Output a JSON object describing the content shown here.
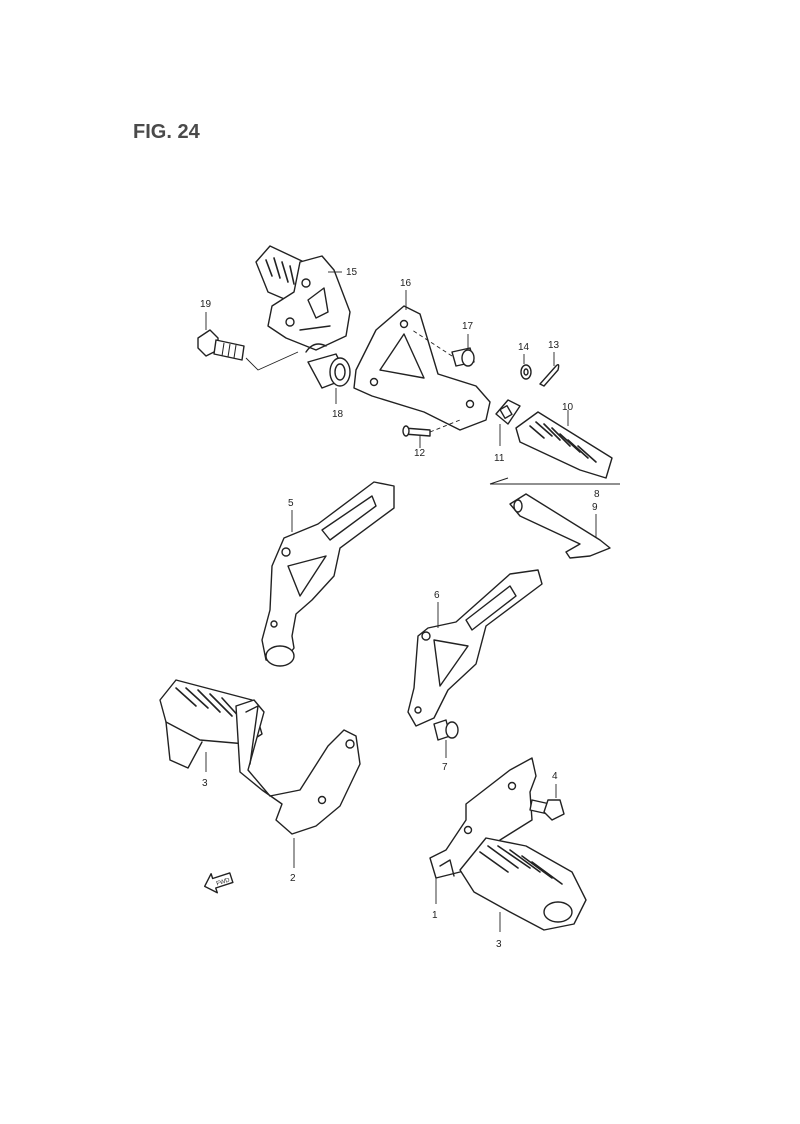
{
  "figure": {
    "title": "FIG. 24",
    "front_marker": "FWD"
  },
  "callouts": {
    "p1": "1",
    "p2": "2",
    "p3a": "3",
    "p3b": "3",
    "p4": "4",
    "p5": "5",
    "p6": "6",
    "p7": "7",
    "p8": "8",
    "p9": "9",
    "p10": "10",
    "p11": "11",
    "p12": "12",
    "p13": "13",
    "p14": "14",
    "p15": "15",
    "p16": "16",
    "p17": "17",
    "p18": "18",
    "p19": "19"
  }
}
